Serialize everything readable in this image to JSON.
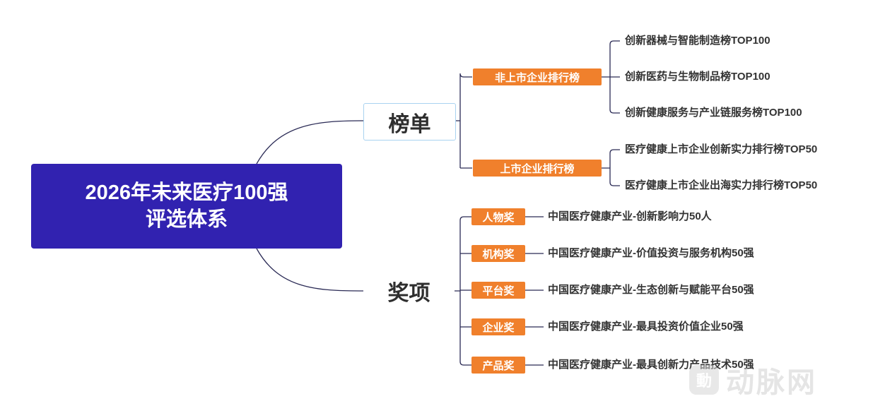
{
  "root": {
    "line1": "2026年未来医疗100强",
    "line2": "评选体系"
  },
  "branches": {
    "list": {
      "label": "榜单",
      "groups": [
        {
          "tag": "非上市企业排行榜",
          "items": [
            "创新器械与智能制造榜TOP100",
            "创新医药与生物制品榜TOP100",
            "创新健康服务与产业链服务榜TOP100"
          ]
        },
        {
          "tag": "上市企业排行榜",
          "items": [
            "医疗健康上市企业创新实力排行榜TOP50",
            "医疗健康上市企业出海实力排行榜TOP50"
          ]
        }
      ]
    },
    "awards": {
      "label": "奖项",
      "items": [
        {
          "tag": "人物奖",
          "text": "中国医疗健康产业-创新影响力50人"
        },
        {
          "tag": "机构奖",
          "text": "中国医疗健康产业-价值投资与服务机构50强"
        },
        {
          "tag": "平台奖",
          "text": "中国医疗健康产业-生态创新与赋能平台50强"
        },
        {
          "tag": "企业奖",
          "text": "中国医疗健康产业-最具投资价值企业50强"
        },
        {
          "tag": "产品奖",
          "text": "中国医疗健康产业-最具创新力产品技术50强"
        }
      ]
    }
  },
  "watermark": {
    "logo_glyph": "動",
    "text": "动脉网"
  },
  "colors": {
    "root": "#3122b0",
    "tag": "#f0802c",
    "line": "#2a2a55",
    "box_border": "#a9d2f0"
  }
}
